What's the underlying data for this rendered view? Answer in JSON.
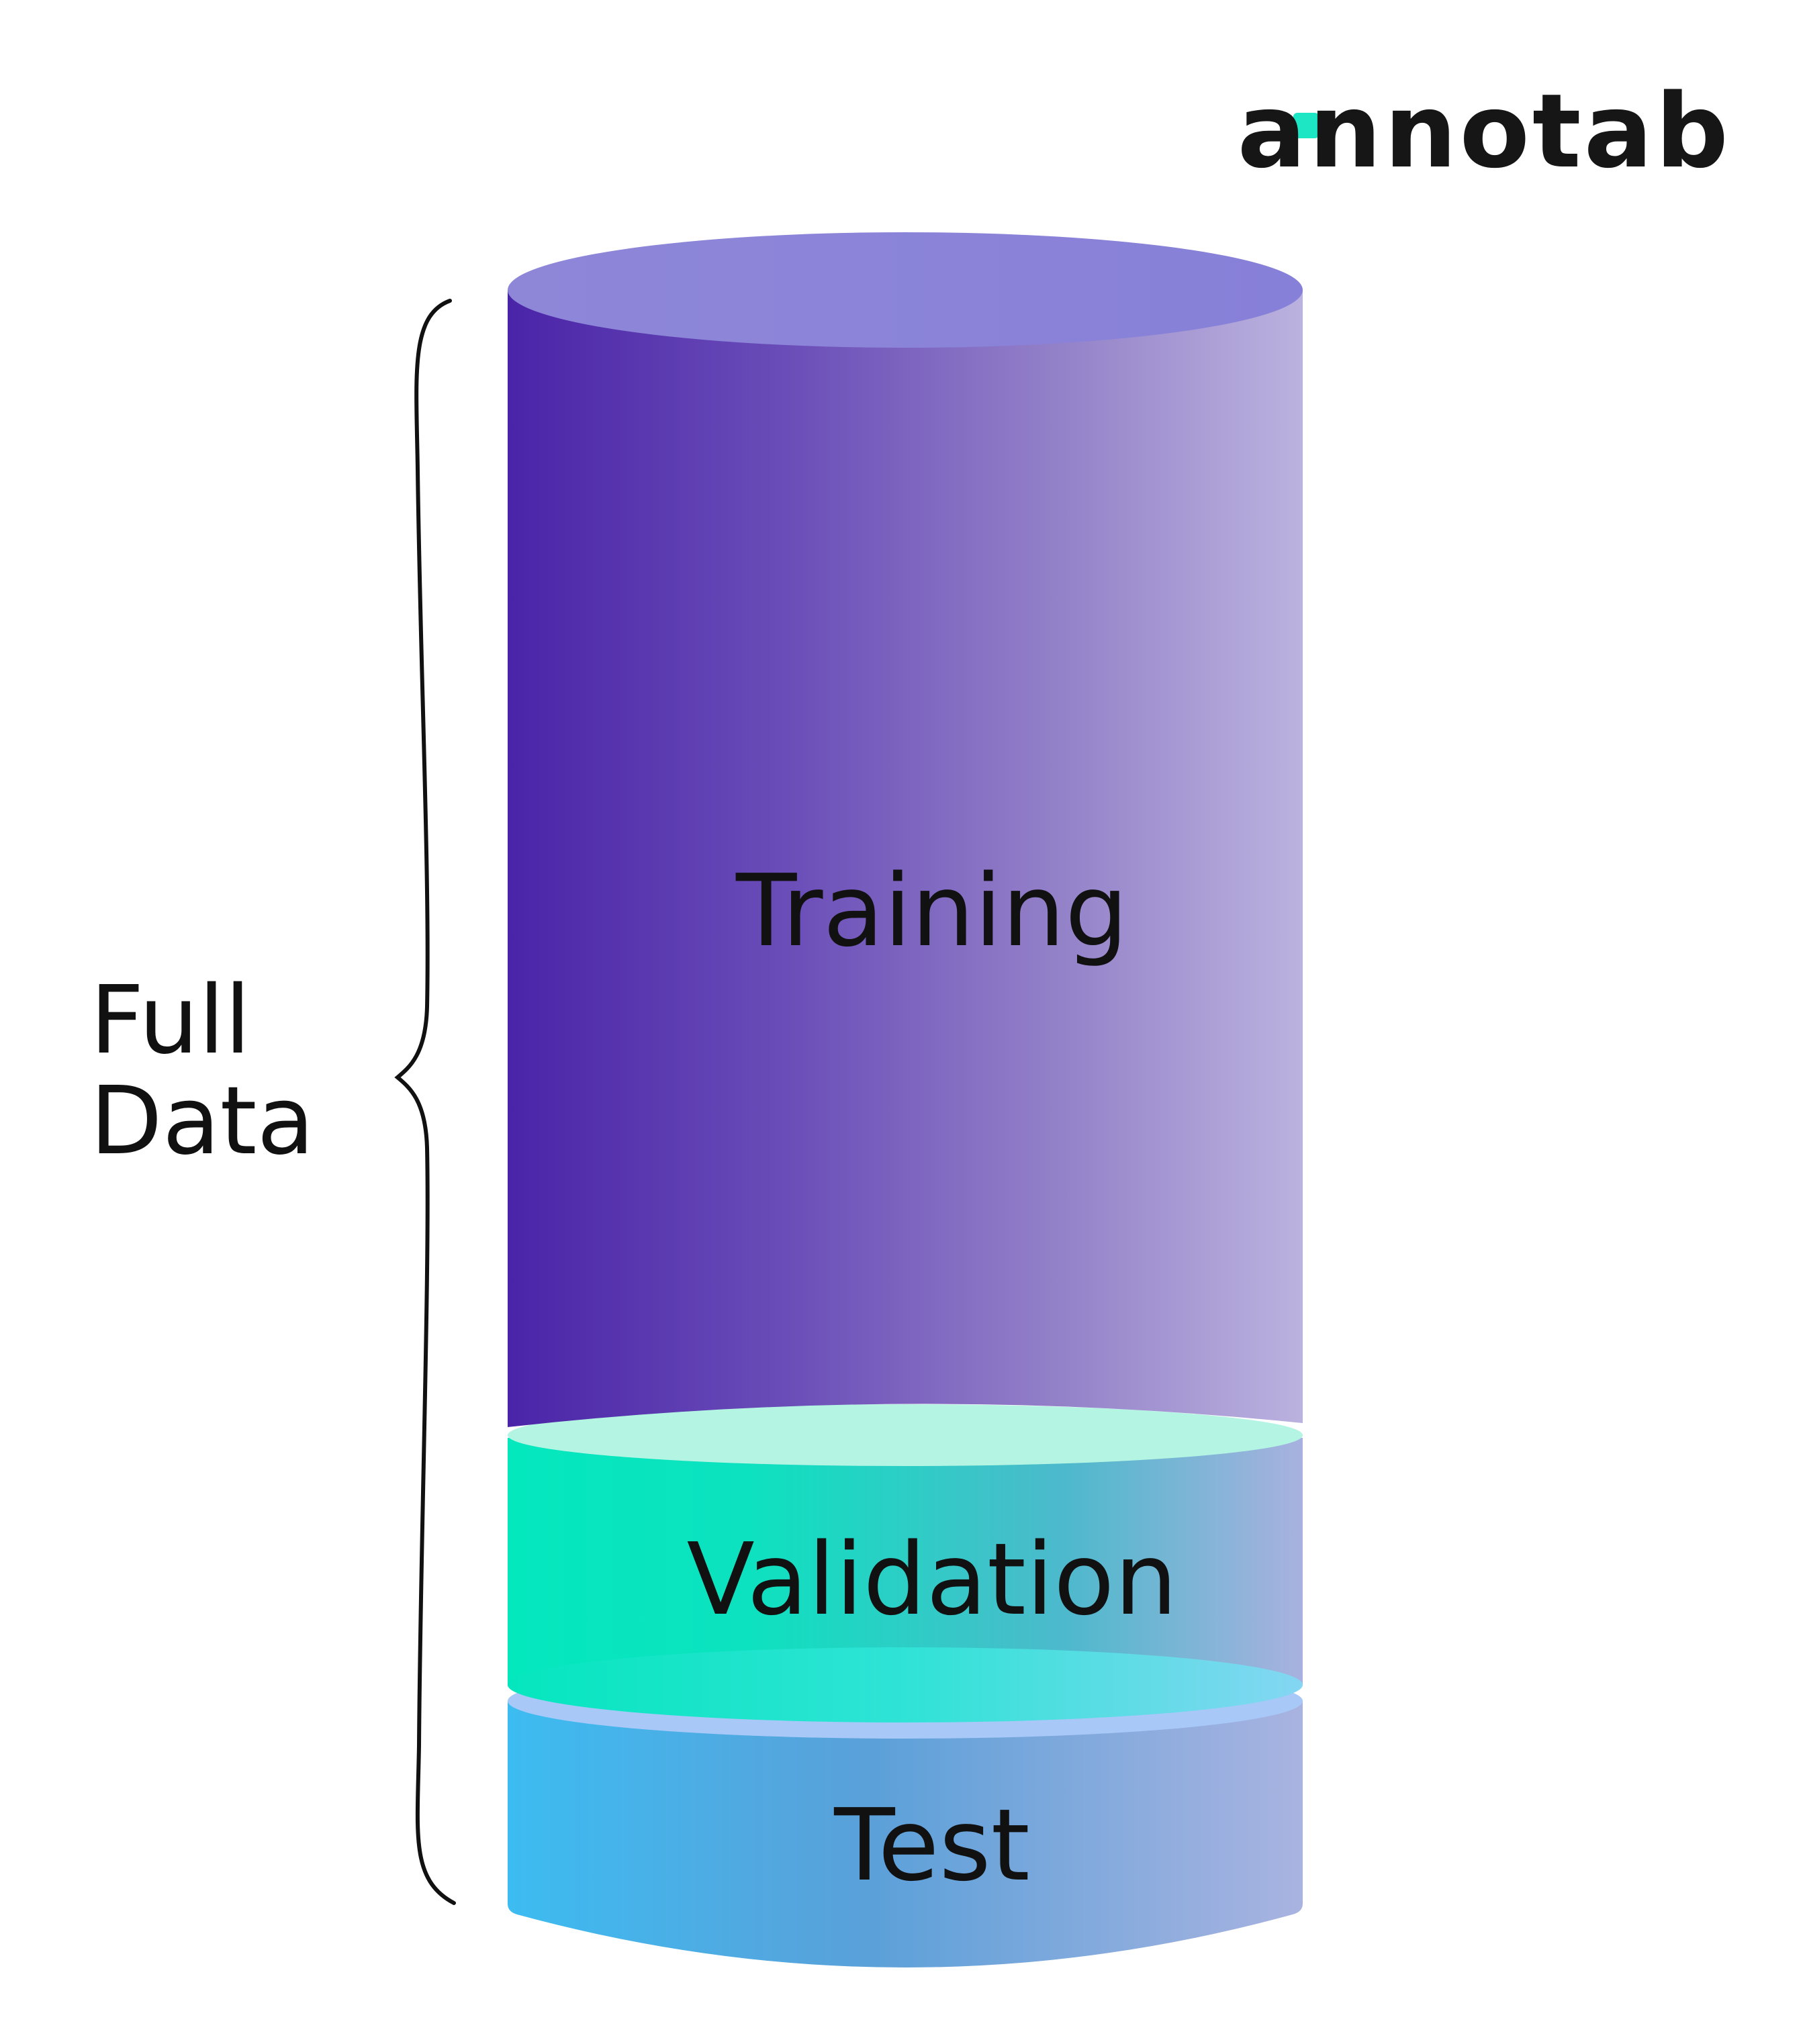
{
  "brand": {
    "logo_text": "annotab",
    "accent_color": "#1de6c4"
  },
  "diagram": {
    "brace_label": [
      "Full",
      "Data"
    ],
    "segments": [
      {
        "label": "Training",
        "color_dark": "#4a26a8",
        "color_light": "#b9b0de"
      },
      {
        "label": "Validation",
        "color_dark": "#06e6be",
        "color_light": "#a5b1de"
      },
      {
        "label": "Test",
        "color_dark": "#3dbaf0",
        "color_light": "#a7b3df"
      }
    ]
  }
}
